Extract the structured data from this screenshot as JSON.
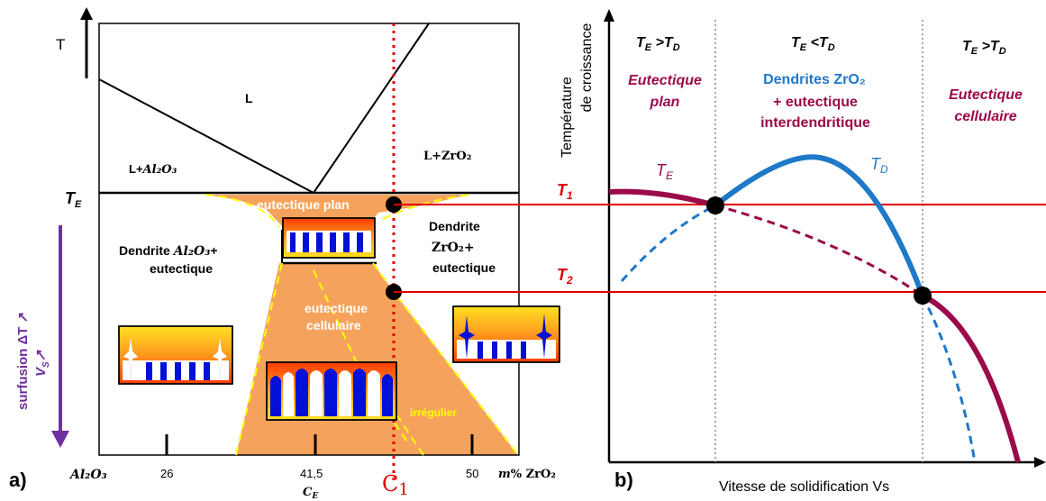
{
  "colors": {
    "red": "#e00000",
    "maroon": "#9b0a4a",
    "blue": "#1f78c8",
    "orange": "#f5a35c",
    "yellow_dash": "#ffff00",
    "purple": "#7030a0",
    "dark": "#000000"
  },
  "panel_a": {
    "label": "a)",
    "axis_T": "T",
    "regions": {
      "liquid": "L",
      "l_alumina_prefix": "L+",
      "l_alumina_formula": "Al₂O₃",
      "l_zirconia": "L+ZrO₂",
      "eutectic_plane": "eutectique plan",
      "dendrite_al_line1_prefix": "Dendrite ",
      "dendrite_al_formula": "Al₂O₃",
      "dendrite_al_line1_suffix": "+",
      "dendrite_al_line2": "eutectique",
      "dendrite_zr_line1": "Dendrite",
      "dendrite_zr_line2": "ZrO₂+",
      "dendrite_zr_line3": "eutectique",
      "cellular_line1": "eutectique",
      "cellular_line2": "cellulaire",
      "irregular": "irrégulier"
    },
    "te_label": "T",
    "te_sub": "E",
    "vertical_arrow": {
      "line1": "surfusion ΔT ↗",
      "line2_main": "V",
      "line2_sub": "S",
      "line2_suffix": "↗"
    },
    "x_ticks": {
      "left_formula": "Al₂O₃",
      "t26": "26",
      "t415": "41,5",
      "ce_main": "C",
      "ce_sub": "E",
      "c1_main": "C",
      "c1_sub": "1",
      "t50": "50",
      "right_prefix": "m",
      "right_suffix": "% ZrO₂"
    }
  },
  "panel_b": {
    "label": "b)",
    "y_axis_line1": "Température",
    "y_axis_line2": "de croissance",
    "x_axis": "Vitesse de solidification Vs",
    "zone1_cond": {
      "a": "T",
      "a_sub": "E",
      "op": " >",
      "b": "T",
      "b_sub": "D"
    },
    "zone2_cond": {
      "a": "T",
      "a_sub": "E",
      "op": " <",
      "b": "T",
      "b_sub": "D"
    },
    "zone3_cond": {
      "a": "T",
      "a_sub": "E",
      "op": " >",
      "b": "T",
      "b_sub": "D"
    },
    "zone1_desc": [
      "Eutectique",
      "plan"
    ],
    "zone2_desc_main": "Dendrites ZrO₂",
    "zone2_desc_rest": [
      "+ eutectique",
      "interdendritique"
    ],
    "zone3_desc": [
      "Eutectique",
      "cellulaire"
    ],
    "curve_TE": {
      "main": "T",
      "sub": "E"
    },
    "curve_TD": {
      "main": "T",
      "sub": "D"
    },
    "T1": {
      "main": "T",
      "sub": "1"
    },
    "T2": {
      "main": "T",
      "sub": "2"
    }
  }
}
